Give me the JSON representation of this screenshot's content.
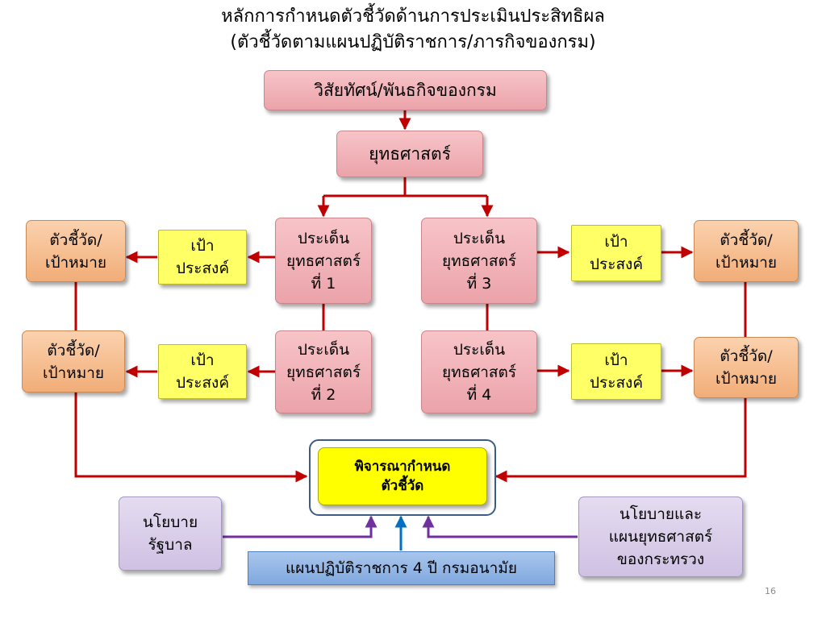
{
  "title": {
    "line1": "หลักการกำหนดตัวชี้วัดด้านการประเมินประสิทธิผล",
    "line2": "(ตัวชี้วัดตามแผนปฏิบัติราชการ/ภารกิจของกรม)"
  },
  "vision": "วิสัยทัศน์/พันธกิจของกรม",
  "strategy": "ยุทธศาสตร์",
  "issues": {
    "i1": "ประเด็น\nยุทธศาสตร์\nที่ 1",
    "i2": "ประเด็น\nยุทธศาสตร์\nที่ 2",
    "i3": "ประเด็น\nยุทธศาสตร์\nที่ 3",
    "i4": "ประเด็น\nยุทธศาสตร์\nที่ 4"
  },
  "goal": "เป้า\nประสงค์",
  "indicator": "ตัวชี้วัด/\nเป้าหมาย",
  "center": "พิจารณากำหนด\nตัวชี้วัด",
  "gov_policy": "นโยบาย\nรัฐบาล",
  "ministry_policy": "นโยบายและ\nแผนยุทธศาสตร์\nของกระทรวง",
  "action_plan": "แผนปฏิบัติราชการ 4 ปี กรมอนามัย",
  "page_number": "16",
  "colors": {
    "arrow_red": "#c00000",
    "arrow_purple": "#7030a0",
    "arrow_blue": "#0070c0",
    "frame_navy": "#3c5c86"
  }
}
